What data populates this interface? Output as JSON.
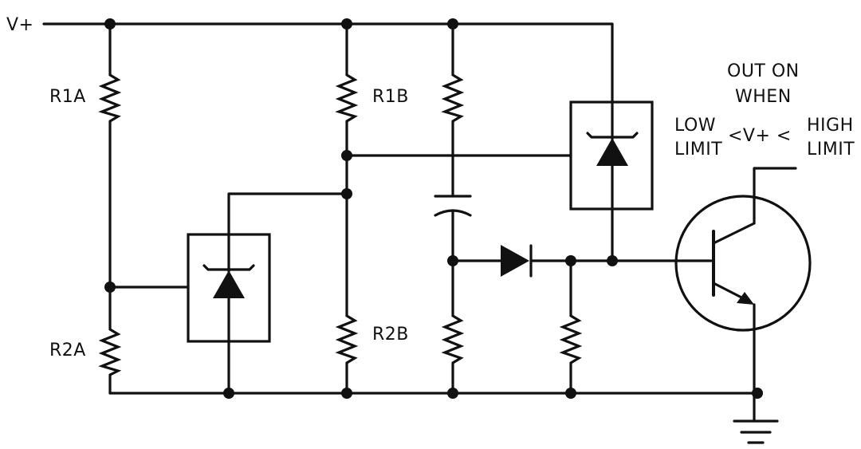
{
  "labels": {
    "vplus": "V+",
    "r1a": "R1A",
    "r2a": "R2A",
    "r1b": "R1B",
    "r2b": "R2B",
    "out_on": "OUT ON",
    "when": "WHEN",
    "low": "LOW",
    "limit_left": "LIMIT",
    "condition": "<V+ <",
    "high": "HIGH",
    "limit_right": "LIMIT"
  },
  "colors": {
    "ink": "#111111",
    "background": "#ffffff"
  }
}
